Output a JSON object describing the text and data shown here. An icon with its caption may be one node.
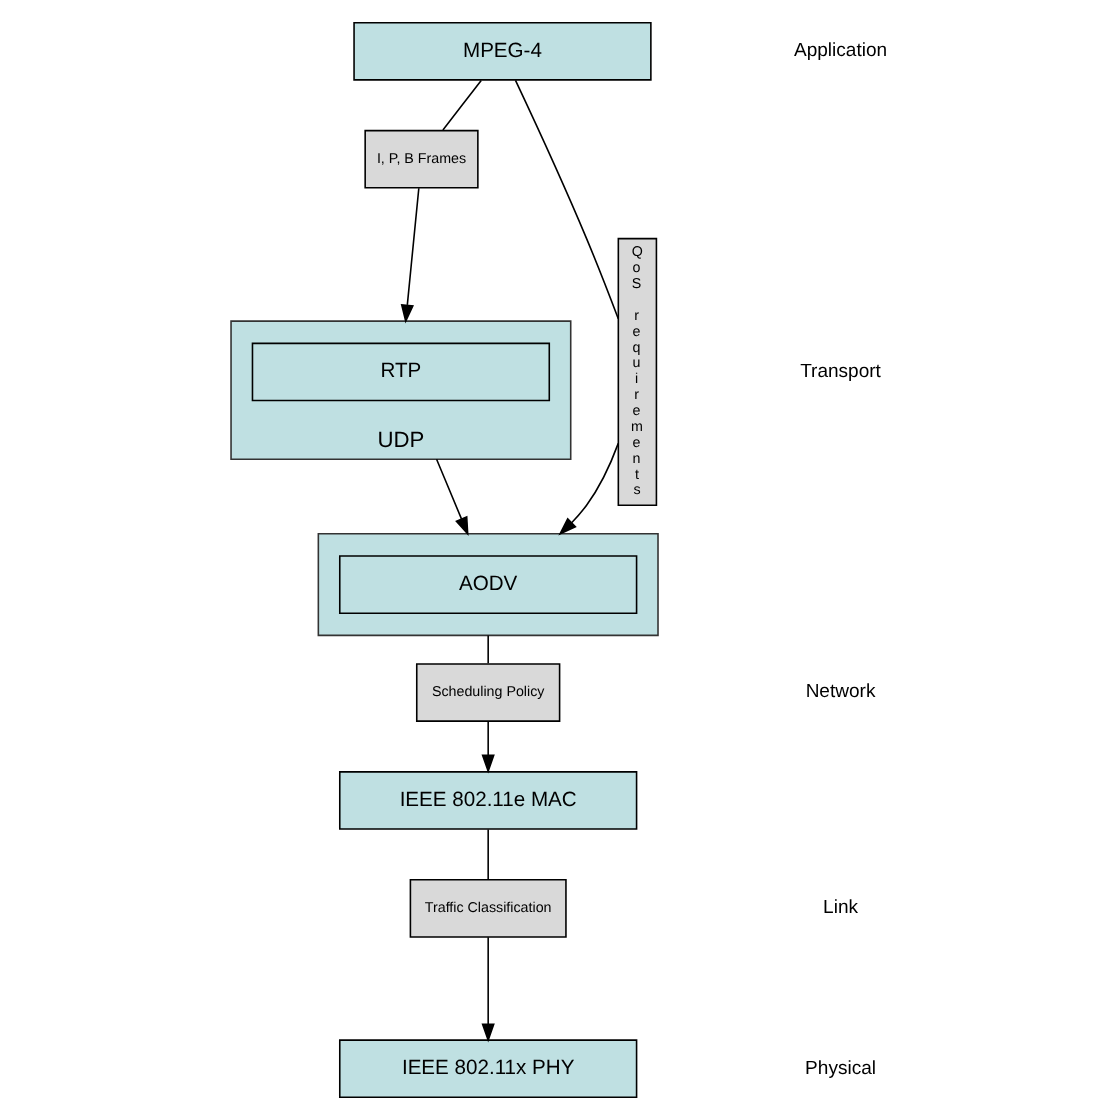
{
  "diagram": {
    "nodes": [
      {
        "text": [
          "MPEG-4"
        ]
      },
      {
        "text": [
          "I, P, B Frames"
        ]
      },
      {
        "text": [
          "UDP"
        ]
      },
      {
        "text": [
          "RTP"
        ],
        "in": 2
      },
      {
        "text": [],
        "shape": "box"
      },
      {
        "text": [
          "AODV"
        ],
        "in": 4
      },
      {
        "text": [
          "QoS requirements"
        ]
      },
      {
        "text": [
          "Scheduling Policy"
        ]
      },
      {
        "text": [
          "IEEE 802.11e MAC"
        ]
      },
      {
        "text": [
          "Traffic Classification"
        ]
      },
      {
        "text": [
          "IEEE 802.11x PHY"
        ]
      }
    ],
    "edges": [
      {
        "from": 0,
        "to": 1,
        "arrow": "none"
      },
      {
        "from": 1,
        "to": 2,
        "arrow": "to"
      },
      {
        "from": 2,
        "to": 4,
        "arrow": "to"
      },
      {
        "from": 0,
        "to": 6,
        "arrow": "none"
      },
      {
        "from": 6,
        "to": 4,
        "arrow": "to"
      },
      {
        "from": 4,
        "to": 7,
        "arrow": "none"
      },
      {
        "from": 7,
        "to": 8,
        "arrow": "to"
      },
      {
        "from": 8,
        "to": 9,
        "arrow": "none"
      },
      {
        "from": 9,
        "to": 10,
        "arrow": "to"
      }
    ],
    "labels": [
      "Application",
      "Transport",
      "Network",
      "Link",
      "Physical"
    ]
  }
}
